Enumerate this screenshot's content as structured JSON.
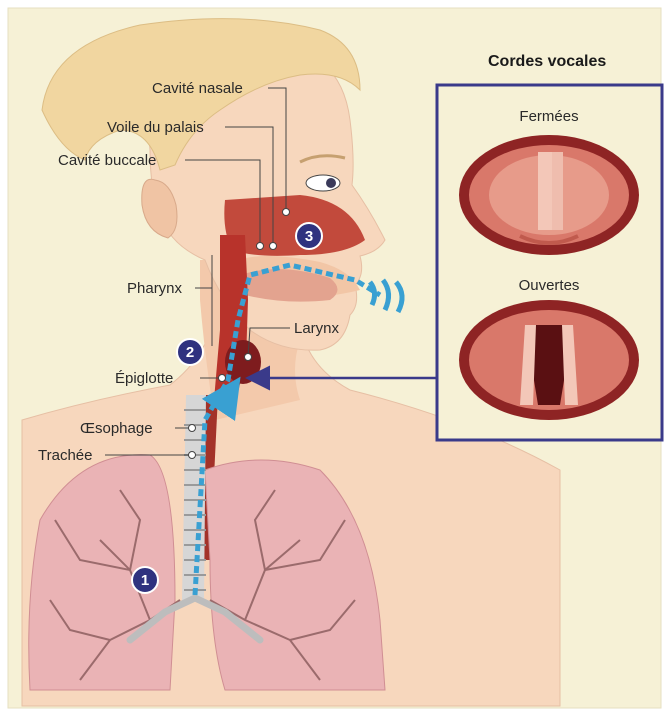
{
  "title": "Cordes vocales",
  "vocal_cords": {
    "closed_label": "Fermées",
    "open_label": "Ouvertes"
  },
  "labels": {
    "nasal_cavity": "Cavité nasale",
    "soft_palate": "Voile du palais",
    "oral_cavity": "Cavité buccale",
    "pharynx": "Pharynx",
    "larynx": "Larynx",
    "epiglottis": "Épiglotte",
    "esophagus": "Œsophage",
    "trachea": "Trachée"
  },
  "steps": [
    "1",
    "2",
    "3"
  ],
  "colors": {
    "background": "#f6f1d6",
    "skin": "#f7d7bd",
    "hair": "#f1d6a0",
    "lung": "#eab3b5",
    "airflow": "#39a0d2",
    "frame": "#3a3a8a",
    "badge": "#2f327f"
  }
}
